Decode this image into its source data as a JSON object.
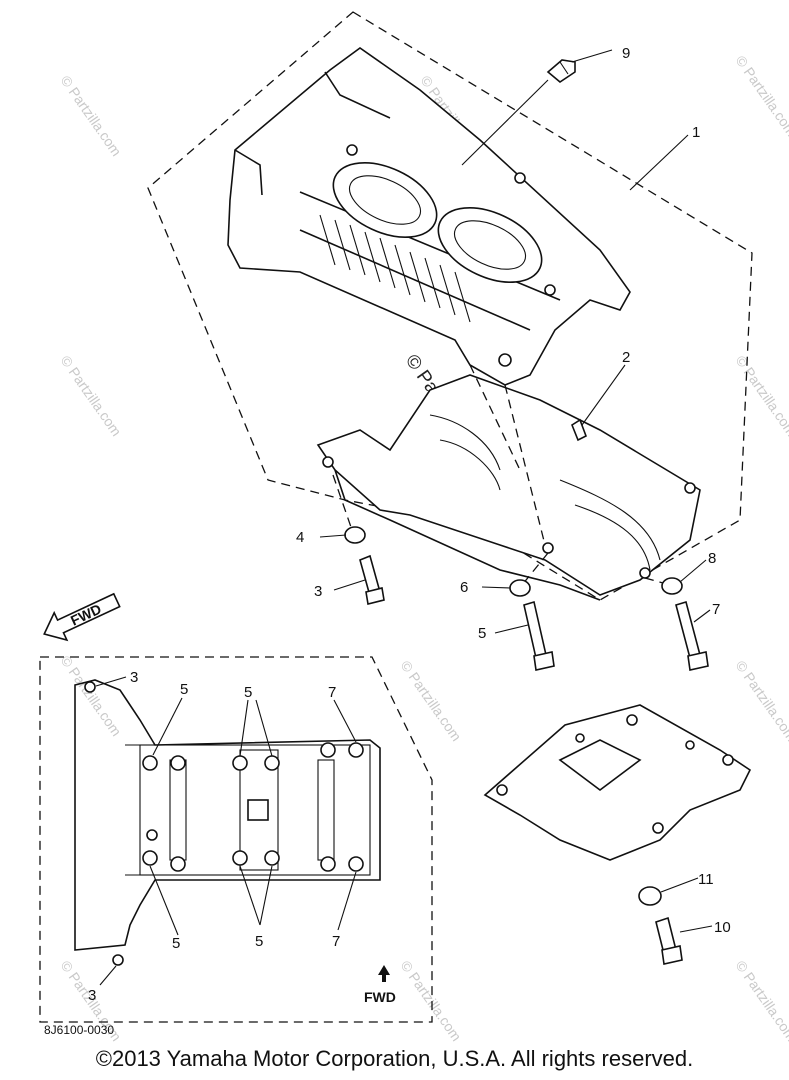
{
  "callouts": {
    "c1": "1",
    "c2": "2",
    "c3a": "3",
    "c4": "4",
    "c5a": "5",
    "c6": "6",
    "c7a": "7",
    "c8": "8",
    "c9": "9",
    "c10": "10",
    "c11": "11",
    "inset_3_top": "3",
    "inset_5_left_top": "5",
    "inset_5_mid_top": "5",
    "inset_7_top": "7",
    "inset_5_left_bottom": "5",
    "inset_5_mid_bottom": "5",
    "inset_7_bottom": "7",
    "inset_3_bottom": "3"
  },
  "fwd_label": "FWD",
  "inset_fwd_label": "FWD",
  "diagram_code": "8J6100-0030",
  "watermark_text": "© Partzilla.com",
  "copyright": "©2013  Yamaha Motor Corporation, U.S.A. All rights reserved."
}
